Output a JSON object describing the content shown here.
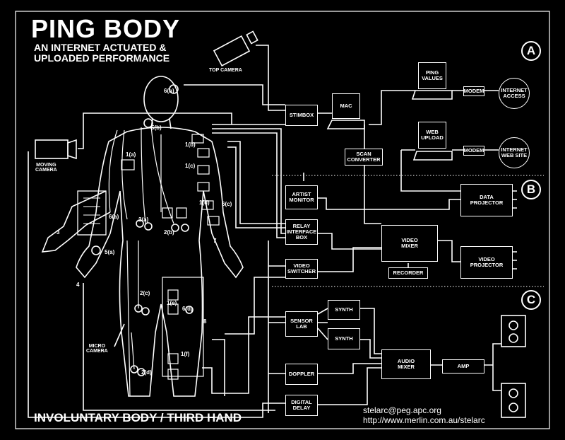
{
  "title": "PING BODY",
  "subtitle": "AN INTERNET ACTUATED &\nUPLOADED PERFORMANCE",
  "footer": "INVOLUNTARY BODY / THIRD HAND",
  "contact": {
    "email": "stelarc@peg.apc.org",
    "url": "http://www.merlin.com.au/stelarc"
  },
  "sections": [
    "A",
    "B",
    "C"
  ],
  "devices": {
    "top_camera": "TOP CAMERA",
    "moving_camera": "MOVING\nCAMERA",
    "micro_camera": "MICRO\nCAMERA",
    "stimbox": "STIMBOX",
    "mac": "MAC",
    "ping_values": "PING\nVALUES",
    "modem_a": "MODEM",
    "internet_access": "INTERNET\nACCESS",
    "scan_converter": "SCAN\nCONVERTER",
    "web_upload": "WEB\nUPLOAD",
    "modem_b": "MODEM",
    "internet_web_site": "INTERNET\nWEB SITE",
    "artist_monitor": "ARTIST\nMONITOR",
    "data_projector": "DATA\nPROJECTOR",
    "relay_interface_box": "RELAY\nINTERFACE\nBOX",
    "video_mixer": "VIDEO\nMIXER",
    "video_switcher": "VIDEO\nSWITCHER",
    "recorder": "RECORDER",
    "video_projector": "VIDEO\nPROJECTOR",
    "sensor_lab": "SENSOR\nLAB",
    "synth_1": "SYNTH",
    "synth_2": "SYNTH",
    "audio_mixer": "AUDIO\nMIXER",
    "amp": "AMP",
    "doppler": "DOPPLER",
    "digital_delay": "DIGITAL\nDELAY"
  },
  "body_tags": [
    "6(b)",
    "5(b)",
    "1(b)",
    "1(a)",
    "1(c)",
    "1(d)",
    "6(c)",
    "6(a)",
    "2(a)",
    "2(b)",
    "3",
    "5(a)",
    "7",
    "4",
    "2(c)",
    "1(e)",
    "6(d)",
    "8",
    "1(f)",
    "2(d)"
  ],
  "colors": {
    "background": "#000000",
    "line": "#ffffff"
  }
}
